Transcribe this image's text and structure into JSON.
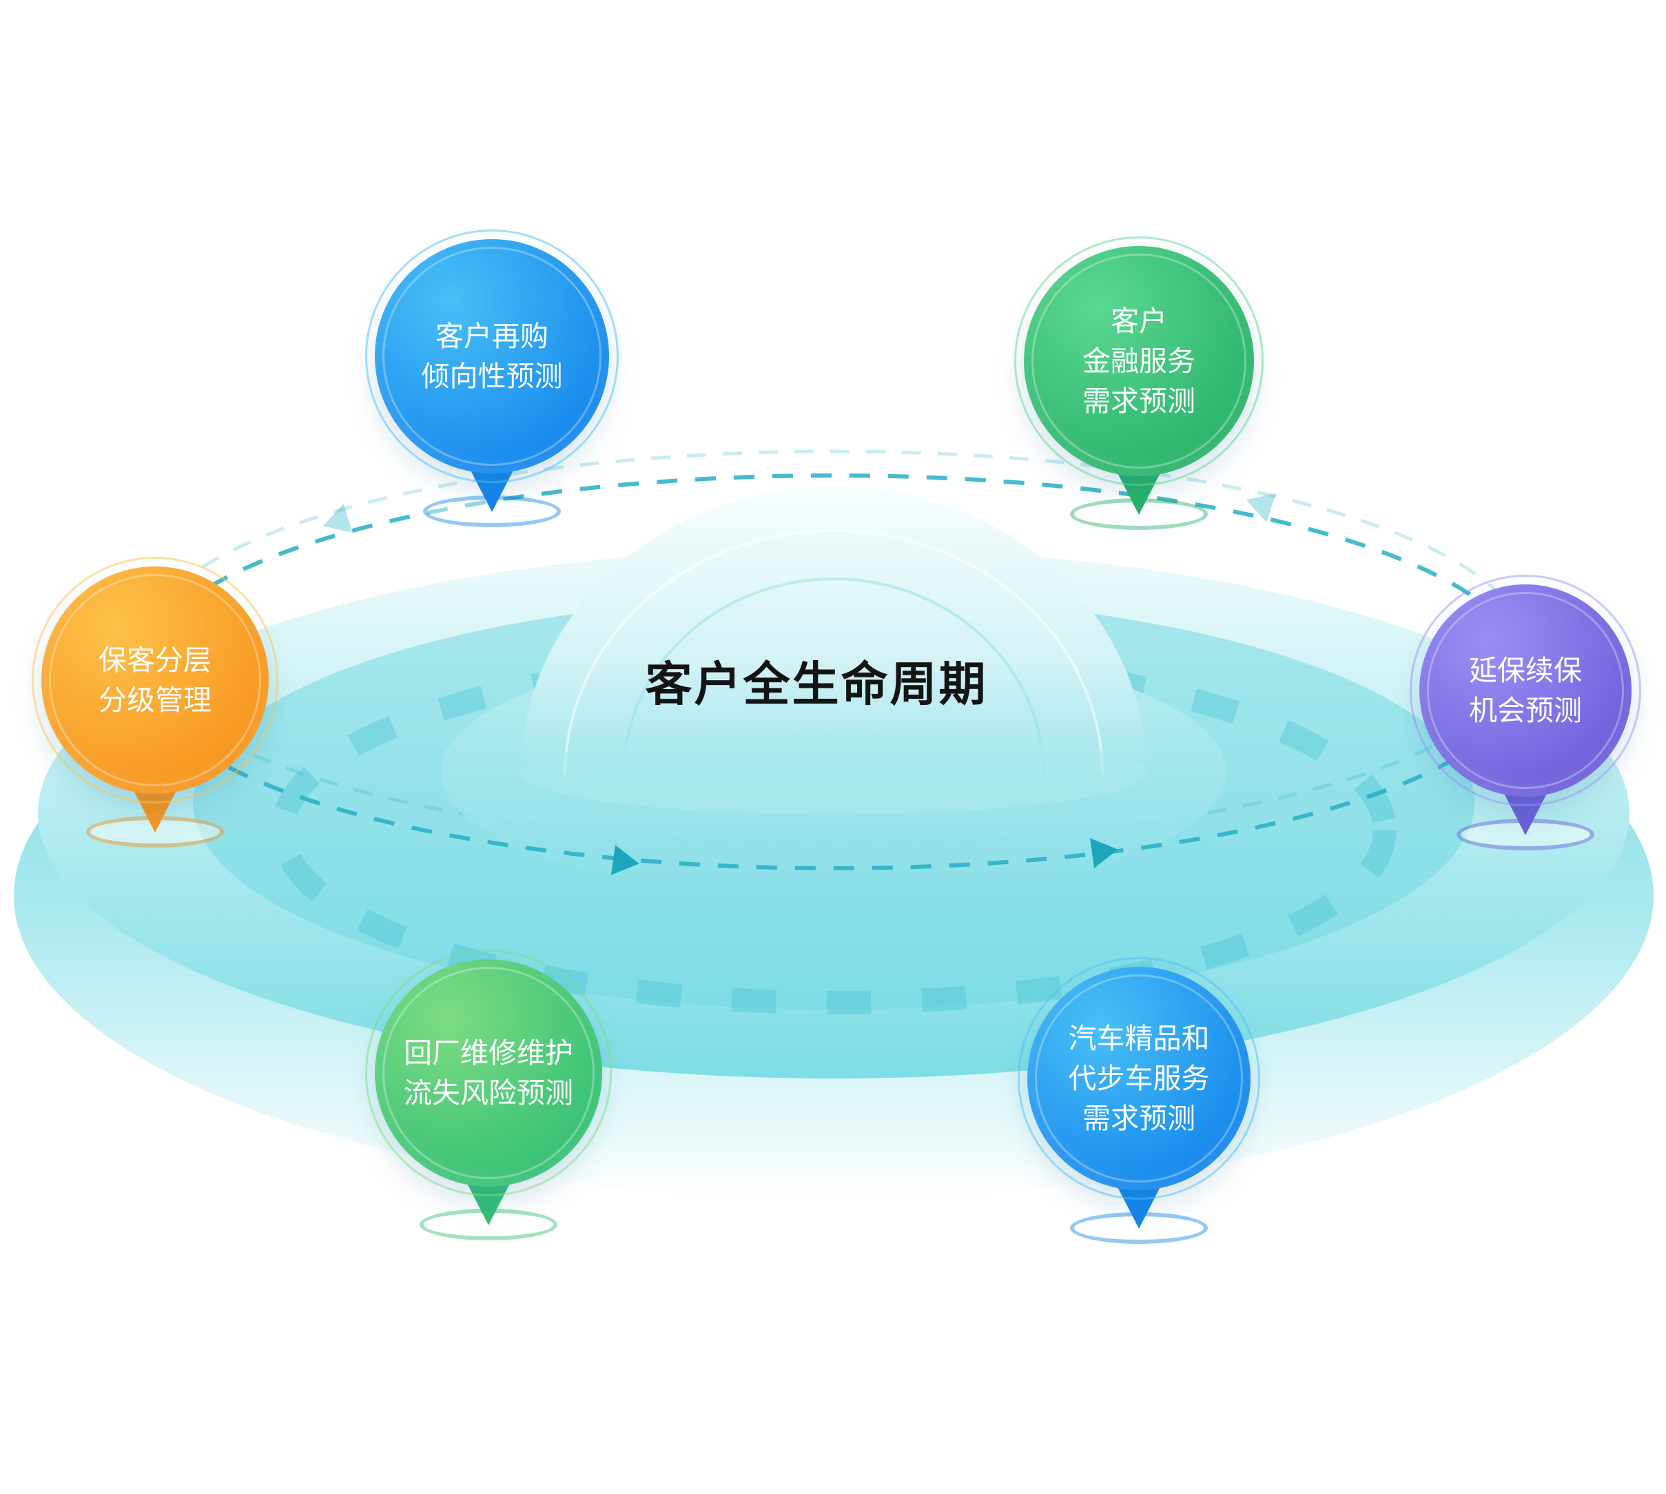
{
  "diagram": {
    "title": "客户全生命周期",
    "flow_direction": "counterclockwise",
    "palette": {
      "background": "#ffffff",
      "title_color": "#141414",
      "platform_teal_light": "#eefbfc",
      "platform_teal": "#7edde5",
      "flow_dash_teal": "#24afc5"
    },
    "nodes": [
      {
        "name": "customer-repurchase-propensity",
        "position": "top-left",
        "lines": [
          "客户再购",
          "倾向性预测"
        ],
        "color_from": "#49c0f6",
        "color_to": "#1486ec"
      },
      {
        "name": "customer-financial-service-demand",
        "position": "top-right",
        "lines": [
          "客户",
          "金融服务",
          "需求预测"
        ],
        "color_from": "#5bd892",
        "color_to": "#29b269"
      },
      {
        "name": "loyal-customer-tiered-management",
        "position": "left",
        "lines": [
          "保客分层",
          "分级管理"
        ],
        "color_from": "#fdc14a",
        "color_to": "#f7941e"
      },
      {
        "name": "extended-warranty-renewal-opportunity",
        "position": "right",
        "lines": [
          "延保续保",
          "机会预测"
        ],
        "color_from": "#9b8ff5",
        "color_to": "#6c5fd9"
      },
      {
        "name": "repair-maintenance-churn-risk",
        "position": "bottom-left",
        "lines": [
          "回厂维修维护",
          "流失风险预测"
        ],
        "color_from": "#7ddb82",
        "color_to": "#35c076"
      },
      {
        "name": "accessories-courtesy-car-demand",
        "position": "bottom-right",
        "lines": [
          "汽车精品和",
          "代步车服务",
          "需求预测"
        ],
        "color_from": "#49c0f6",
        "color_to": "#1486ec"
      }
    ]
  }
}
